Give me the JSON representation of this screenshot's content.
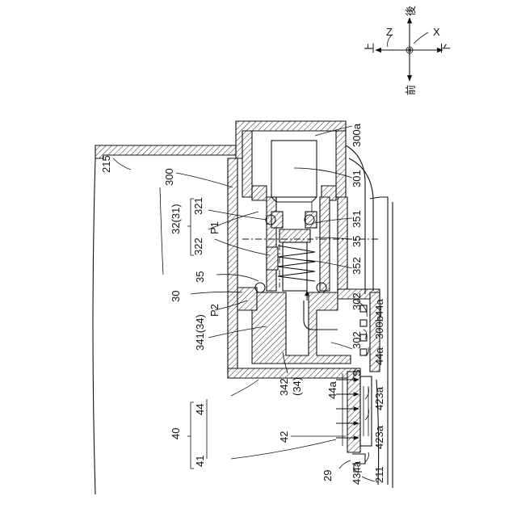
{
  "axes": {
    "up": "上",
    "down": "下",
    "front": "前",
    "back": "後",
    "x": "X",
    "z": "Z"
  },
  "labels": {
    "l215": "215",
    "l300": "300",
    "l300a": "300a",
    "l301": "301",
    "l32_31": "32(31)",
    "l321": "321",
    "l322": "322",
    "lP1": "P1",
    "l351": "351",
    "l35_right": "35",
    "l35_left": "35",
    "l352": "352",
    "l30": "30",
    "lP2": "P2",
    "l302_a": "302",
    "l300b": "300b",
    "l341_34": "341(34)",
    "l44a_1": "44a",
    "l302_b": "302",
    "l44a_2": "44a",
    "lS": "S",
    "l342": "342",
    "l34p": "(34)",
    "l44a_3": "44a",
    "l423a_1": "423a",
    "l40": "40",
    "l44": "44",
    "l42": "42",
    "l423a_2": "423a",
    "l41": "41",
    "l211": "211",
    "l29": "29",
    "l434a": "434a"
  }
}
